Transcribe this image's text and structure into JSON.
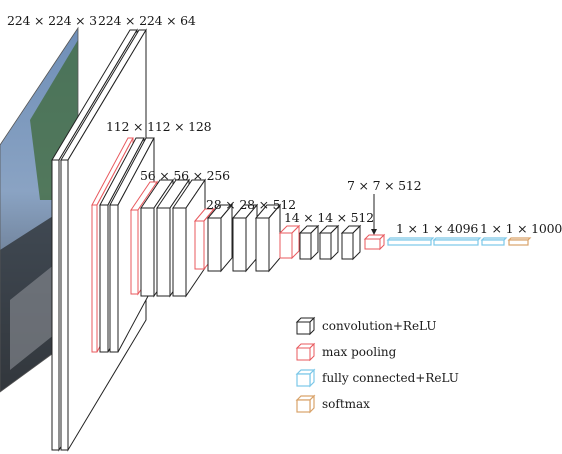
{
  "layers": {
    "input": "224 × 224 × 3",
    "conv1": "224 × 224 × 64",
    "conv2": "112 × 112 × 128",
    "conv3": "56 × 56 × 256",
    "conv4": "28 × 28 × 512",
    "conv5": "14 × 14 × 512",
    "pool5": "7 × 7 × 512",
    "fc": "1 × 1 × 4096",
    "softmax_out": "1 × 1 × 1000"
  },
  "legend": [
    {
      "label": "convolution+ReLU",
      "color": "#222222",
      "icon": "conv-cube-icon"
    },
    {
      "label": "max pooling",
      "color": "#e8595e",
      "icon": "pool-cube-icon"
    },
    {
      "label": "fully connected+ReLU",
      "color": "#7cc8e8",
      "icon": "fc-cube-icon"
    },
    {
      "label": "softmax",
      "color": "#d9a36a",
      "icon": "softmax-cube-icon"
    }
  ],
  "colors": {
    "conv": "#222222",
    "pool": "#e8595e",
    "fc": "#7cc8e8",
    "softmax": "#d9a36a"
  }
}
